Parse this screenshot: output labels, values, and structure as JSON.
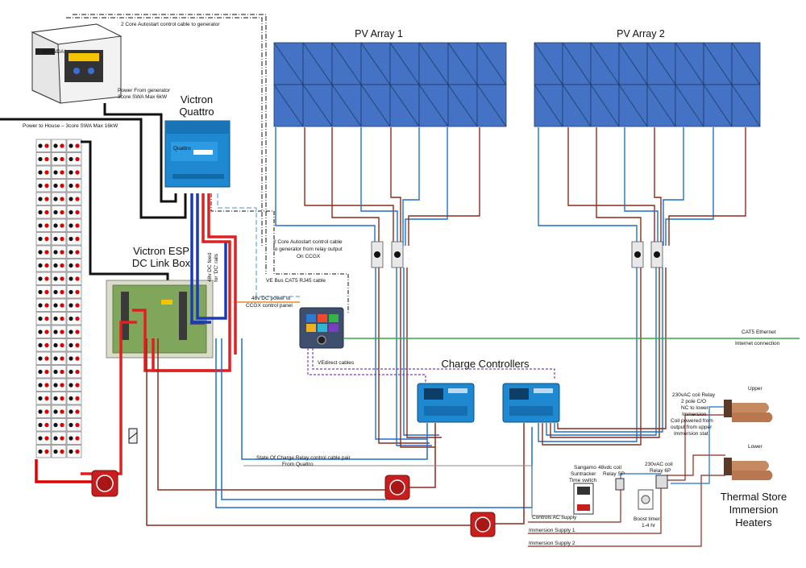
{
  "titles": {
    "pv_array_1": "PV Array 1",
    "pv_array_2": "PV Array 2",
    "victron_quattro_line1": "Victron",
    "victron_quattro_line2": "Quattro",
    "esp_line1": "Victron ESP",
    "esp_line2": "DC Link Box",
    "charge_controllers": "Charge Controllers",
    "thermal_line1": "Thermal Store",
    "thermal_line2": "Immersion",
    "thermal_line3": "Heaters"
  },
  "labels": {
    "autostart_to_generator": "2 Core Autostart control cable to generator",
    "power_from_gen_1": "Power From generator",
    "power_from_gen_2": "3core SWA Max 6kW",
    "power_to_house": "Power to House – 3core SWA Max 16kW",
    "dc_feed_1": "48v DC feed",
    "dc_feed_2": "for 'DC' rails",
    "autostart_relay_1": "2 Core Autostart control cable",
    "autostart_relay_2": "to generator from relay output",
    "autostart_relay_3": "On CCGX",
    "ve_bus": "VE Bus CAT5 RJ45 cable",
    "dc_power_ccgx_1": "48v DC power to",
    "dc_power_ccgx_2": "CCGX control panel",
    "ve_direct": "VEdirect cables",
    "cat5_1": "CAT5 Ethernet",
    "cat5_2": "Internet connection",
    "soc_relay_1": "State Of Charge Relay control cable pair",
    "soc_relay_2": "From Quattro",
    "sangamo_1": "Sangamo",
    "sangamo_2": "Suntracker",
    "sangamo_3": "Time switch",
    "relay48_1": "48vdc coil",
    "relay48_2": "Relay SP",
    "relay230_1": "230vAC coil",
    "relay230_2": "Relay 6P",
    "boost_1": "Boost timer",
    "boost_2": "1-4 hr",
    "coil_relay_1": "230vAC coil Relay",
    "coil_relay_2": "2 pole C/O",
    "coil_relay_3": "NC to lower",
    "coil_relay_4": "Immersion",
    "coil_relay_5": "Coil powered from",
    "coil_relay_6": "output from upper",
    "coil_relay_7": "Immersion stat",
    "upper": "Upper",
    "lower": "Lower",
    "controls_ac": "Controls AC supply",
    "imm_supply_1": "Immersion Supply 1",
    "imm_supply_2": "Immersion Supply 2",
    "quattro_face": "Quattro",
    "gen_brand": "HYUNDAI"
  },
  "colors": {
    "pv_panel": "#4472c4",
    "victron_blue": "#1e88d0",
    "dc_positive": "#e02020",
    "dc_negative": "#1a3bb8",
    "ac_brown": "#8b2b1a",
    "ethernet_green": "#33aa44",
    "vedirect_purple": "#7a3fbf",
    "battery_red": "#e00000"
  },
  "icons": {
    "generator": "generator-icon",
    "inverter": "inverter-icon",
    "battery_cell": "battery-cell-icon",
    "isolator": "isolator-switch-icon",
    "breaker": "pv-breaker-icon",
    "mppt": "mppt-controller-icon",
    "ccgx": "ccgx-panel-icon",
    "immersion": "immersion-heater-icon"
  }
}
